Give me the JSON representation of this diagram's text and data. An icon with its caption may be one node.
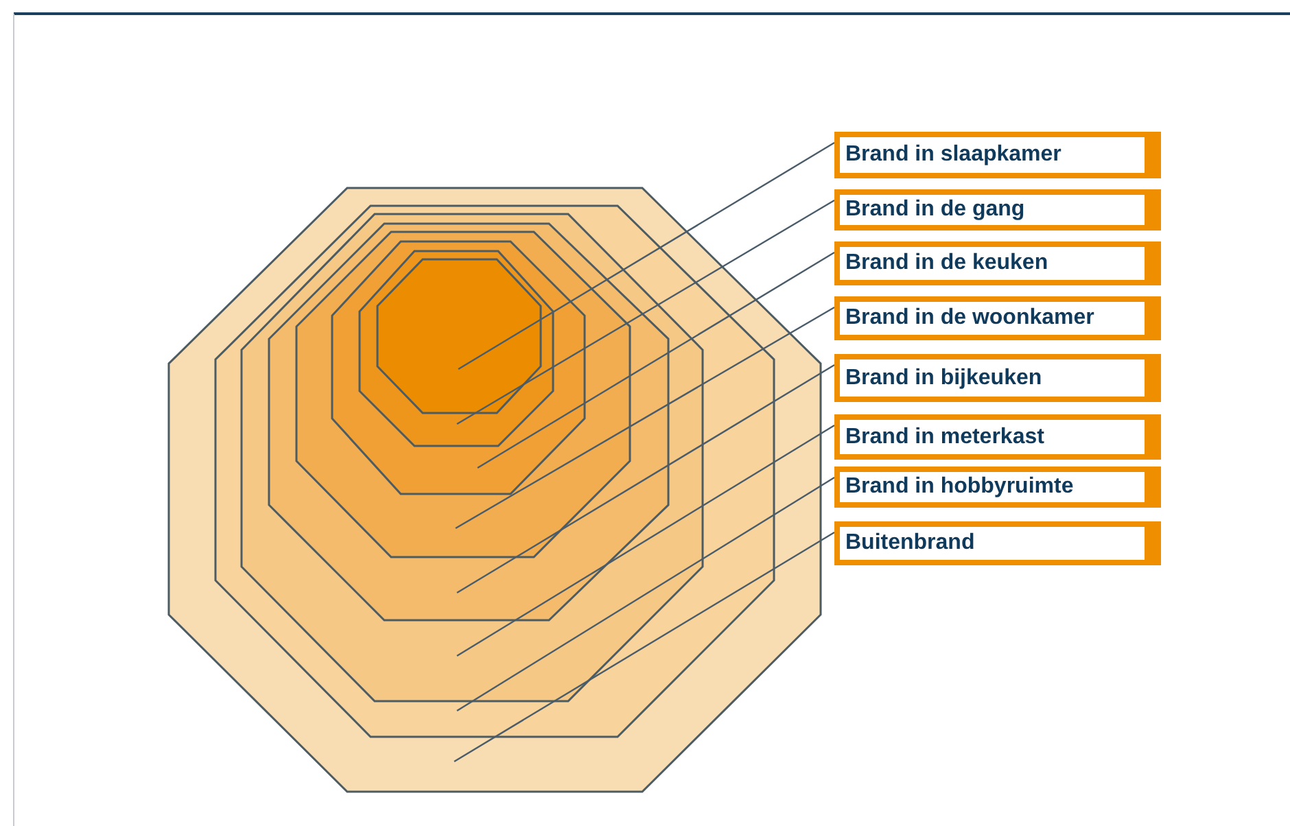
{
  "diagram": {
    "nodes": [
      {
        "text": [],
        "shape": "octagon"
      },
      {
        "text": [],
        "shape": "octagon",
        "in": 0
      },
      {
        "text": [],
        "shape": "octagon",
        "in": 1
      },
      {
        "text": [],
        "shape": "octagon",
        "in": 2
      },
      {
        "text": [],
        "shape": "octagon",
        "in": 3
      },
      {
        "text": [],
        "shape": "octagon",
        "in": 4
      },
      {
        "text": [],
        "shape": "octagon",
        "in": 5
      },
      {
        "text": [],
        "shape": "octagon",
        "in": 6
      },
      {
        "text": [
          "Brand in slaapkamer"
        ]
      },
      {
        "text": [
          "Brand in de gang"
        ]
      },
      {
        "text": [
          "Brand in de keuken"
        ]
      },
      {
        "text": [
          "Brand in de woonkamer"
        ]
      },
      {
        "text": [
          "Brand in bijkeuken"
        ]
      },
      {
        "text": [
          "Brand in meterkast"
        ]
      },
      {
        "text": [
          "Brand in hobbyruimte"
        ]
      },
      {
        "text": [
          "Buitenbrand"
        ]
      }
    ],
    "edges": [
      {
        "from": 8,
        "to": 7,
        "arrow": "none"
      },
      {
        "from": 9,
        "to": 6,
        "arrow": "none"
      },
      {
        "from": 10,
        "to": 5,
        "arrow": "none"
      },
      {
        "from": 11,
        "to": 4,
        "arrow": "none"
      },
      {
        "from": 12,
        "to": 3,
        "arrow": "none"
      },
      {
        "from": 13,
        "to": 2,
        "arrow": "none"
      },
      {
        "from": 14,
        "to": 1,
        "arrow": "none"
      },
      {
        "from": 15,
        "to": 0,
        "arrow": "none"
      }
    ]
  }
}
